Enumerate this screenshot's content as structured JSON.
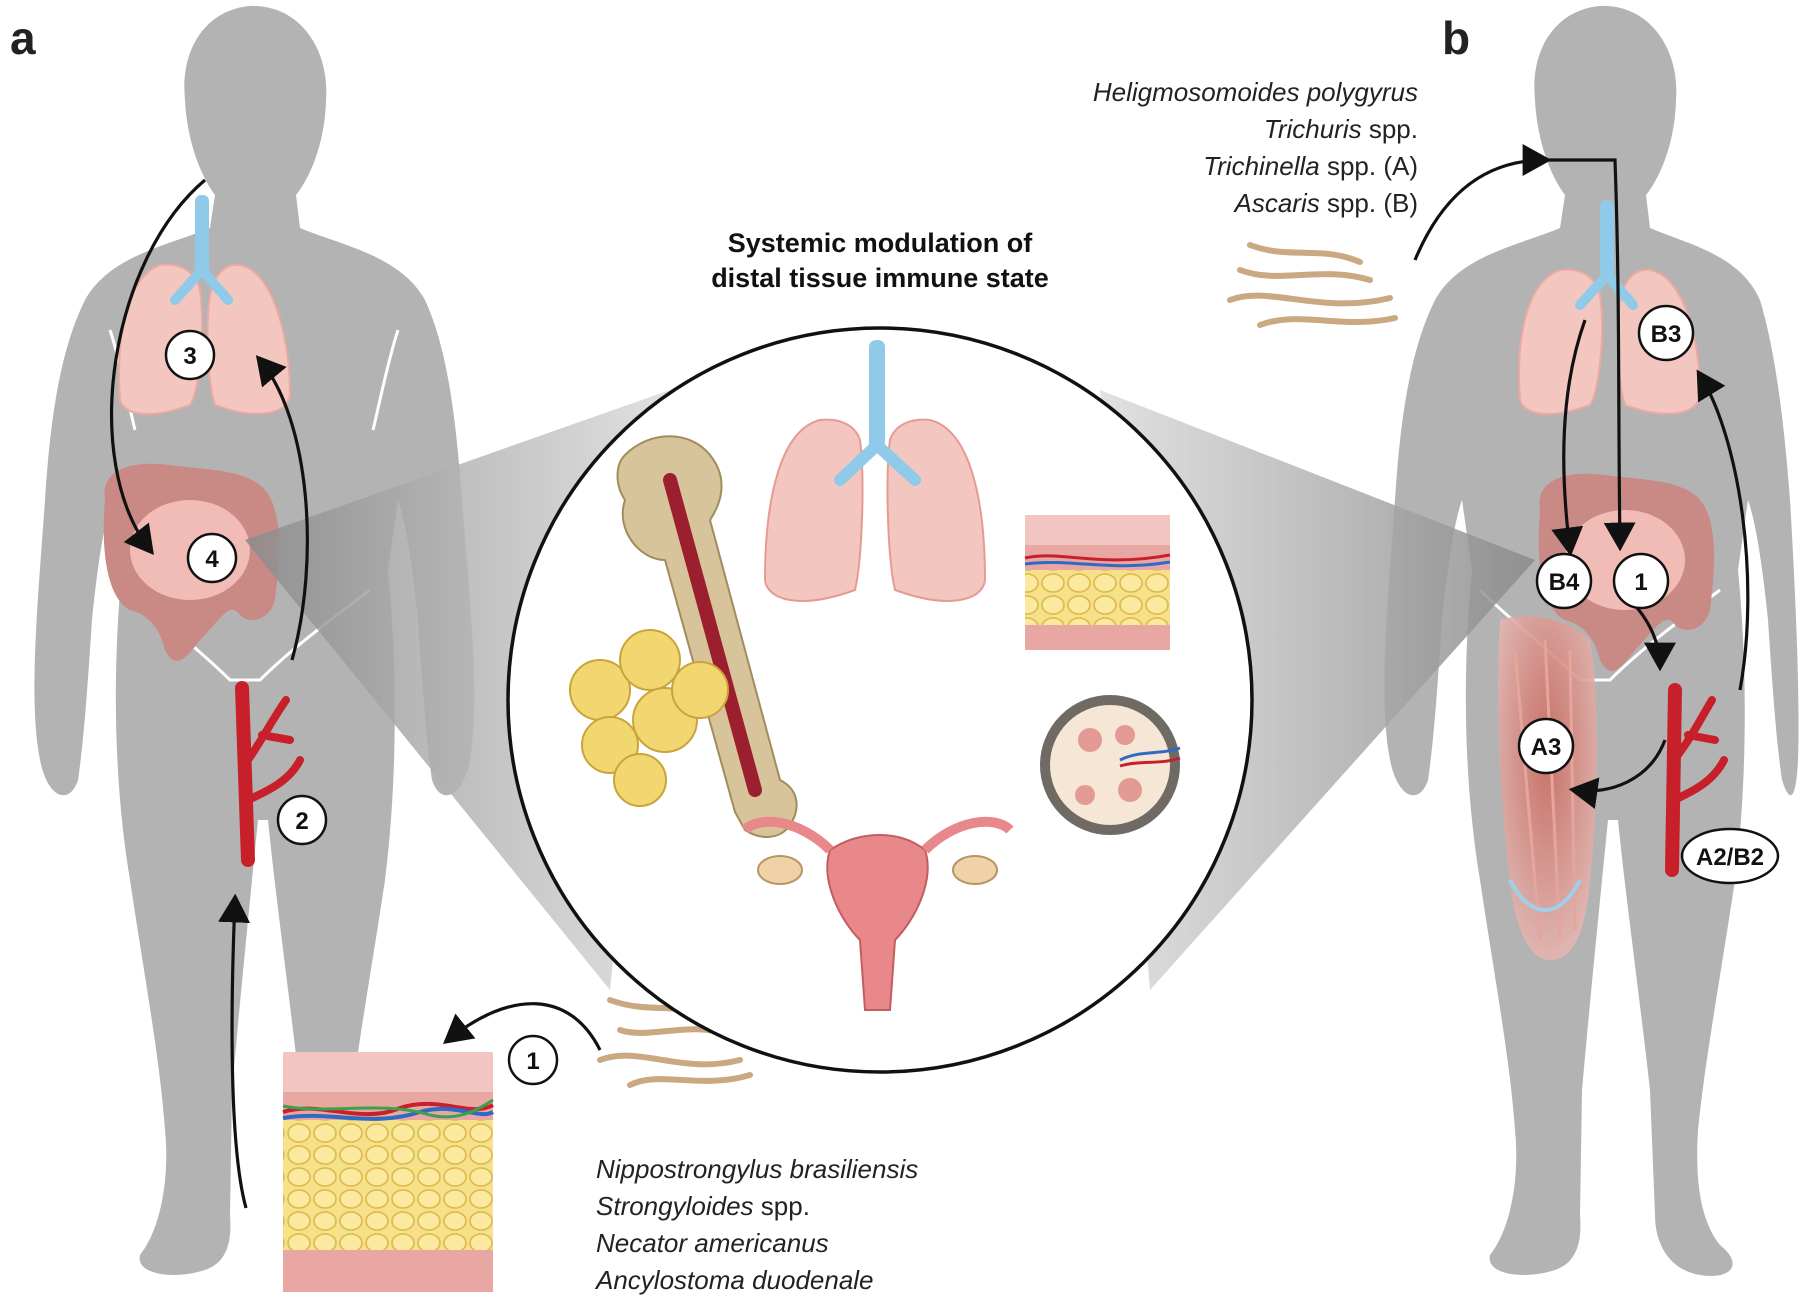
{
  "panels": {
    "a": "a",
    "b": "b"
  },
  "center": {
    "title_line1": "Systemic modulation of",
    "title_line2": "distal tissue immune state"
  },
  "species_a": [
    {
      "italic": "Nippostrongylus brasiliensis",
      "roman": ""
    },
    {
      "italic": "Strongyloides",
      "roman": " spp."
    },
    {
      "italic": "Necator americanus",
      "roman": ""
    },
    {
      "italic": "Ancylostoma duodenale",
      "roman": ""
    }
  ],
  "species_b": [
    {
      "italic": "Heligmosomoides polygyrus",
      "roman": ""
    },
    {
      "italic": "Trichuris",
      "roman": " spp."
    },
    {
      "italic": "Trichinella",
      "roman": " spp. (A)"
    },
    {
      "italic": "Ascaris",
      "roman": " spp. (B)"
    }
  ],
  "steps_a": {
    "s1": "1",
    "s2": "2",
    "s3": "3",
    "s4": "4"
  },
  "steps_b": {
    "b3": "B3",
    "b4": "B4",
    "s1": "1",
    "a3": "A3",
    "a2b2": "A2/B2"
  },
  "colors": {
    "body": "#b3b3b3",
    "lung": "#f4c6c0",
    "trachea": "#8fcbe8",
    "intestine": "#c98a86",
    "vessel": "#c8202a",
    "worm": "#c9a882",
    "skin": "#e8a7a3",
    "fat": "#f2d770",
    "muscle": "#d27a6e"
  }
}
